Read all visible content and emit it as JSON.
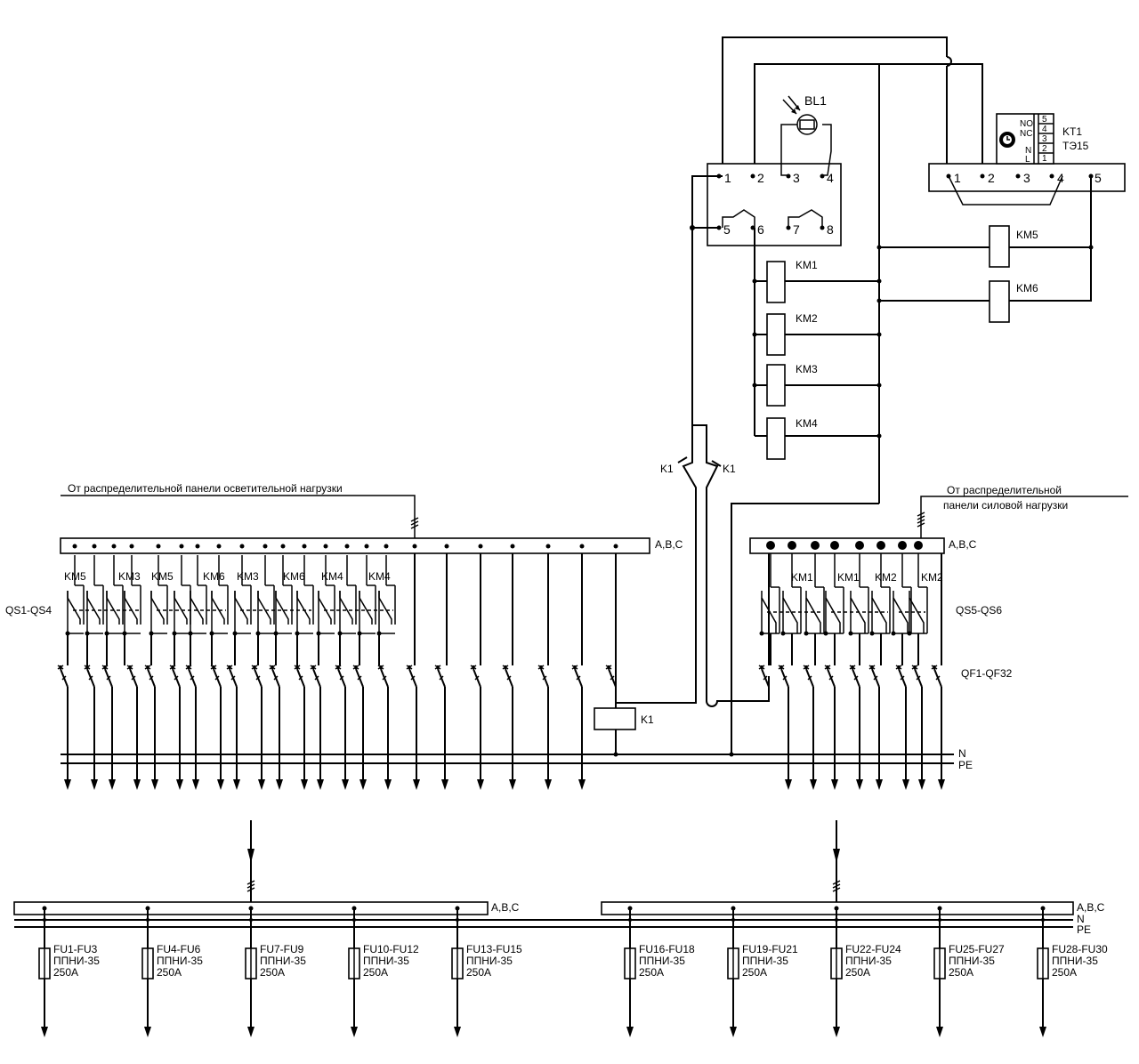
{
  "captions": {
    "lighting_source": "От распределительной панели осветительной нагрузки",
    "power_source_line1": "От распределительной",
    "power_source_line2": "панели силовой нагрузки"
  },
  "buses": {
    "abc": "A,B,C",
    "n": "N",
    "pe": "PE"
  },
  "groups": {
    "left_switches": "QS1-QS4",
    "right_switches": "QS5-QS6",
    "breakers": "QF1-QF32"
  },
  "left_contactors": [
    "KM5",
    "KM3",
    "KM5",
    "KM6",
    "KM3",
    "KM6",
    "KM4",
    "KM4"
  ],
  "right_contactors": [
    "KM1",
    "KM1",
    "KM2",
    "KM2"
  ],
  "coils": [
    "KM1",
    "KM2",
    "KM3",
    "KM4",
    "KM5",
    "KM6"
  ],
  "relay": {
    "coil": "K1",
    "contact_left": "K1",
    "contact_right": "K1"
  },
  "photo_sensor": {
    "name": "BL1",
    "terminals_top": [
      "1",
      "2",
      "3",
      "4"
    ],
    "terminals_bottom": [
      "5",
      "6",
      "7",
      "8"
    ]
  },
  "timer": {
    "name": "KT1",
    "model": "ТЭ15",
    "contact_labels": [
      "NO",
      "NC",
      "N",
      "L"
    ],
    "contact_numbers": [
      "5",
      "4",
      "3",
      "2",
      "1"
    ],
    "terminals": [
      "1",
      "2",
      "3",
      "4",
      "5"
    ]
  },
  "fuse_groups": [
    {
      "name": "FU1-FU3",
      "type": "ППНИ-35",
      "rating": "250A"
    },
    {
      "name": "FU4-FU6",
      "type": "ППНИ-35",
      "rating": "250A"
    },
    {
      "name": "FU7-FU9",
      "type": "ППНИ-35",
      "rating": "250A"
    },
    {
      "name": "FU10-FU12",
      "type": "ППНИ-35",
      "rating": "250A"
    },
    {
      "name": "FU13-FU15",
      "type": "ППНИ-35",
      "rating": "250A"
    },
    {
      "name": "FU16-FU18",
      "type": "ППНИ-35",
      "rating": "250A"
    },
    {
      "name": "FU19-FU21",
      "type": "ППНИ-35",
      "rating": "250A"
    },
    {
      "name": "FU22-FU24",
      "type": "ППНИ-35",
      "rating": "250A"
    },
    {
      "name": "FU25-FU27",
      "type": "ППНИ-35",
      "rating": "250A"
    },
    {
      "name": "FU28-FU30",
      "type": "ППНИ-35",
      "rating": "250A"
    }
  ]
}
